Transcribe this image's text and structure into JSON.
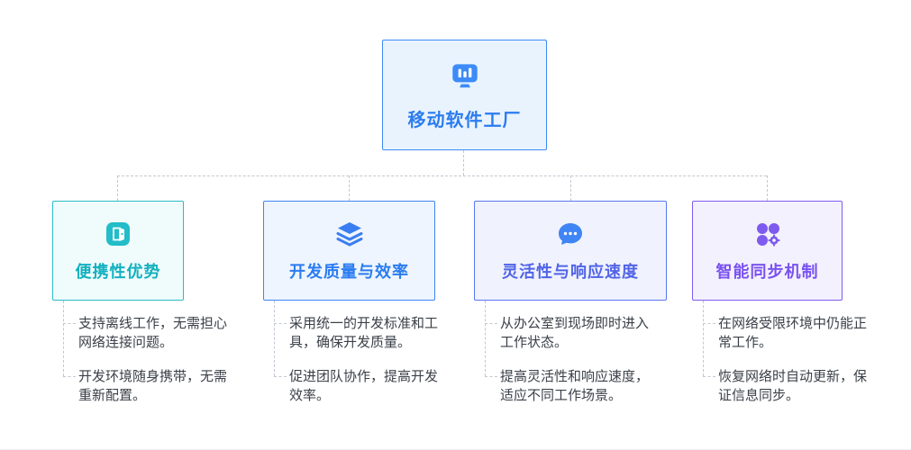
{
  "root": {
    "title": "移动软件工厂",
    "icon": "bar-chart-board-icon",
    "accent": "#3d8bf8"
  },
  "branches": [
    {
      "title": "便携性优势",
      "icon": "door-exit-icon",
      "accent": "#13b1bf",
      "items": [
        "支持离线工作，无需担心网络连接问题。",
        "开发环境随身携带，无需重新配置。"
      ]
    },
    {
      "title": "开发质量与效率",
      "icon": "layers-icon",
      "accent": "#2b7cf0",
      "items": [
        "采用统一的开发标准和工具，确保开发质量。",
        "促进团队协作，提高开发效率。"
      ]
    },
    {
      "title": "灵活性与响应速度",
      "icon": "chat-bubble-icon",
      "accent": "#5164e6",
      "items": [
        "从办公室到现场即时进入工作状态。",
        "提高灵活性和响应速度，适应不同工作场景。"
      ]
    },
    {
      "title": "智能同步机制",
      "icon": "gear-cluster-icon",
      "accent": "#7a52f0",
      "items": [
        "在网络受限环境中仍能正常工作。",
        "恢复网络时自动更新，保证信息同步。"
      ]
    }
  ],
  "connector_color": "#c2c7d0"
}
